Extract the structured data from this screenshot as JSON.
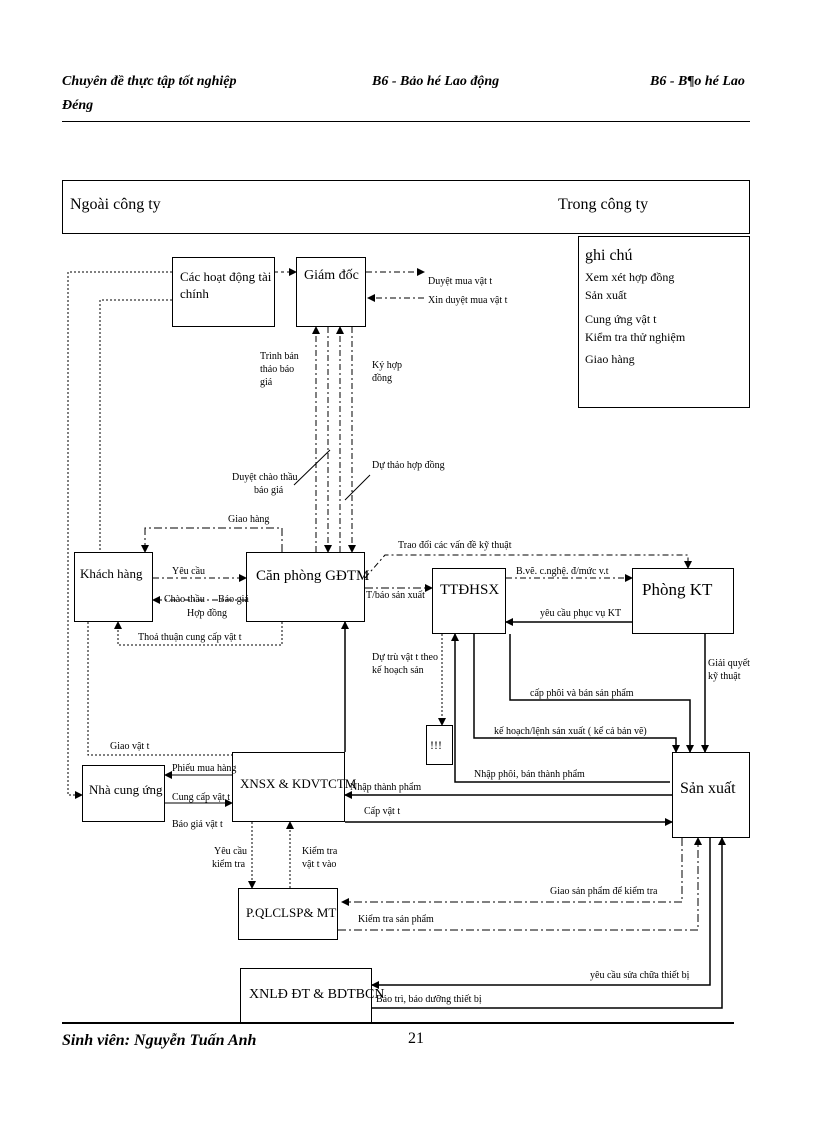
{
  "header": {
    "left_line1": "Chuyên đề thực tập tốt nghiệp",
    "left_line2": "Ðéng",
    "center": "B6 - Bảo hé Lao động",
    "right": "B6 - B¶o hé Lao"
  },
  "regions": {
    "outside": "Ngoài công ty",
    "inside": "Trong công ty"
  },
  "legend": {
    "title": "ghi chú",
    "items": [
      "Xem xét hợp đồng",
      "Sản xuất",
      "Cung ứng vật t",
      "Kiểm tra thử nghiệm",
      "Giao hàng"
    ]
  },
  "boxes": {
    "finance": "Các hoạt động tài chính",
    "director": "Giám đốc",
    "customer": "Khách hàng",
    "office": "Căn phòng GĐTM",
    "ttdhsx": "TTĐHSX",
    "phongkt": "Phòng KT",
    "supplier": "Nhà cung ứng",
    "xnsx": "XNSX & KDVTCTM",
    "sanxuat": "Sản xuất",
    "qlclsp": "P.QLCLSP& MT",
    "xnld": "XNLĐ ĐT & BDTBCN",
    "warn": "!!!"
  },
  "labels": {
    "duyet_mua": "Duyệt mua vật t",
    "xin_duyet": "Xin duyệt mua vật t",
    "trinh_ban": [
      "Trình bản",
      "thảo báo",
      "giá"
    ],
    "ky_hop_dong": [
      "Ký hợp",
      "đồng"
    ],
    "duyet_chao_thau": [
      "Duyệt chào thầu",
      "báo giá"
    ],
    "du_thao": "Dự thảo hợp đồng",
    "giao_hang": "Giao hàng",
    "yeu_cau": "Yêu cầu",
    "chao_thau": "Chào thầu",
    "bao_gia": "Báo giá",
    "hop_dong": "Hợp đồng",
    "thoa_thuan": "Thoả thuận cung cấp vật t",
    "trao_doi": "Trao đổi các vấn đề kỹ thuật",
    "t_bao_sx": "T/báo sản xuất",
    "bve": "B.vẽ. c.nghệ. đ/mức v.t",
    "yeu_cau_phuc_vu": "yêu cầu phục vụ KT",
    "du_tru": [
      "Dự trù vật t  theo",
      "kế hoạch sản"
    ],
    "giai_quyet": [
      "Giải quyết",
      "kỹ thuật"
    ],
    "cap_phoi": "cấp phôi và bán sản phẩm",
    "ke_hoach": "kế hoạch/lệnh sản xuất ( kể cả bản vẽ)",
    "nhap_phoi": "Nhập phôi, bán thành phẩm",
    "giao_vat_t": "Giao vật t",
    "phieu_mua": "Phiếu mua hàng",
    "cung_cap": "Cung cấp vật t",
    "bao_gia_vat_t": "Báo giá vật t",
    "nhap_thanh_pham": "Nhập thành phẩm",
    "cap_vat_t": "Cấp vật t",
    "yeu_cau_kiem_tra": [
      "Yêu cầu",
      "kiểm tra"
    ],
    "kiem_tra_vat_t": [
      "Kiểm tra",
      "vật t    vào"
    ],
    "giao_sp_kiem_tra": "Giao sản phẩm để kiểm tra",
    "kiem_tra_sp": "Kiểm tra sản phẩm",
    "yeu_cau_sua": "yêu cầu sửa chữa thiết bị",
    "bao_tri": "Bảo trì, bảo dưỡng  thiết bị"
  },
  "footer": {
    "student": "Sinh viên: Nguyễn Tuấn Anh",
    "page": "21"
  }
}
